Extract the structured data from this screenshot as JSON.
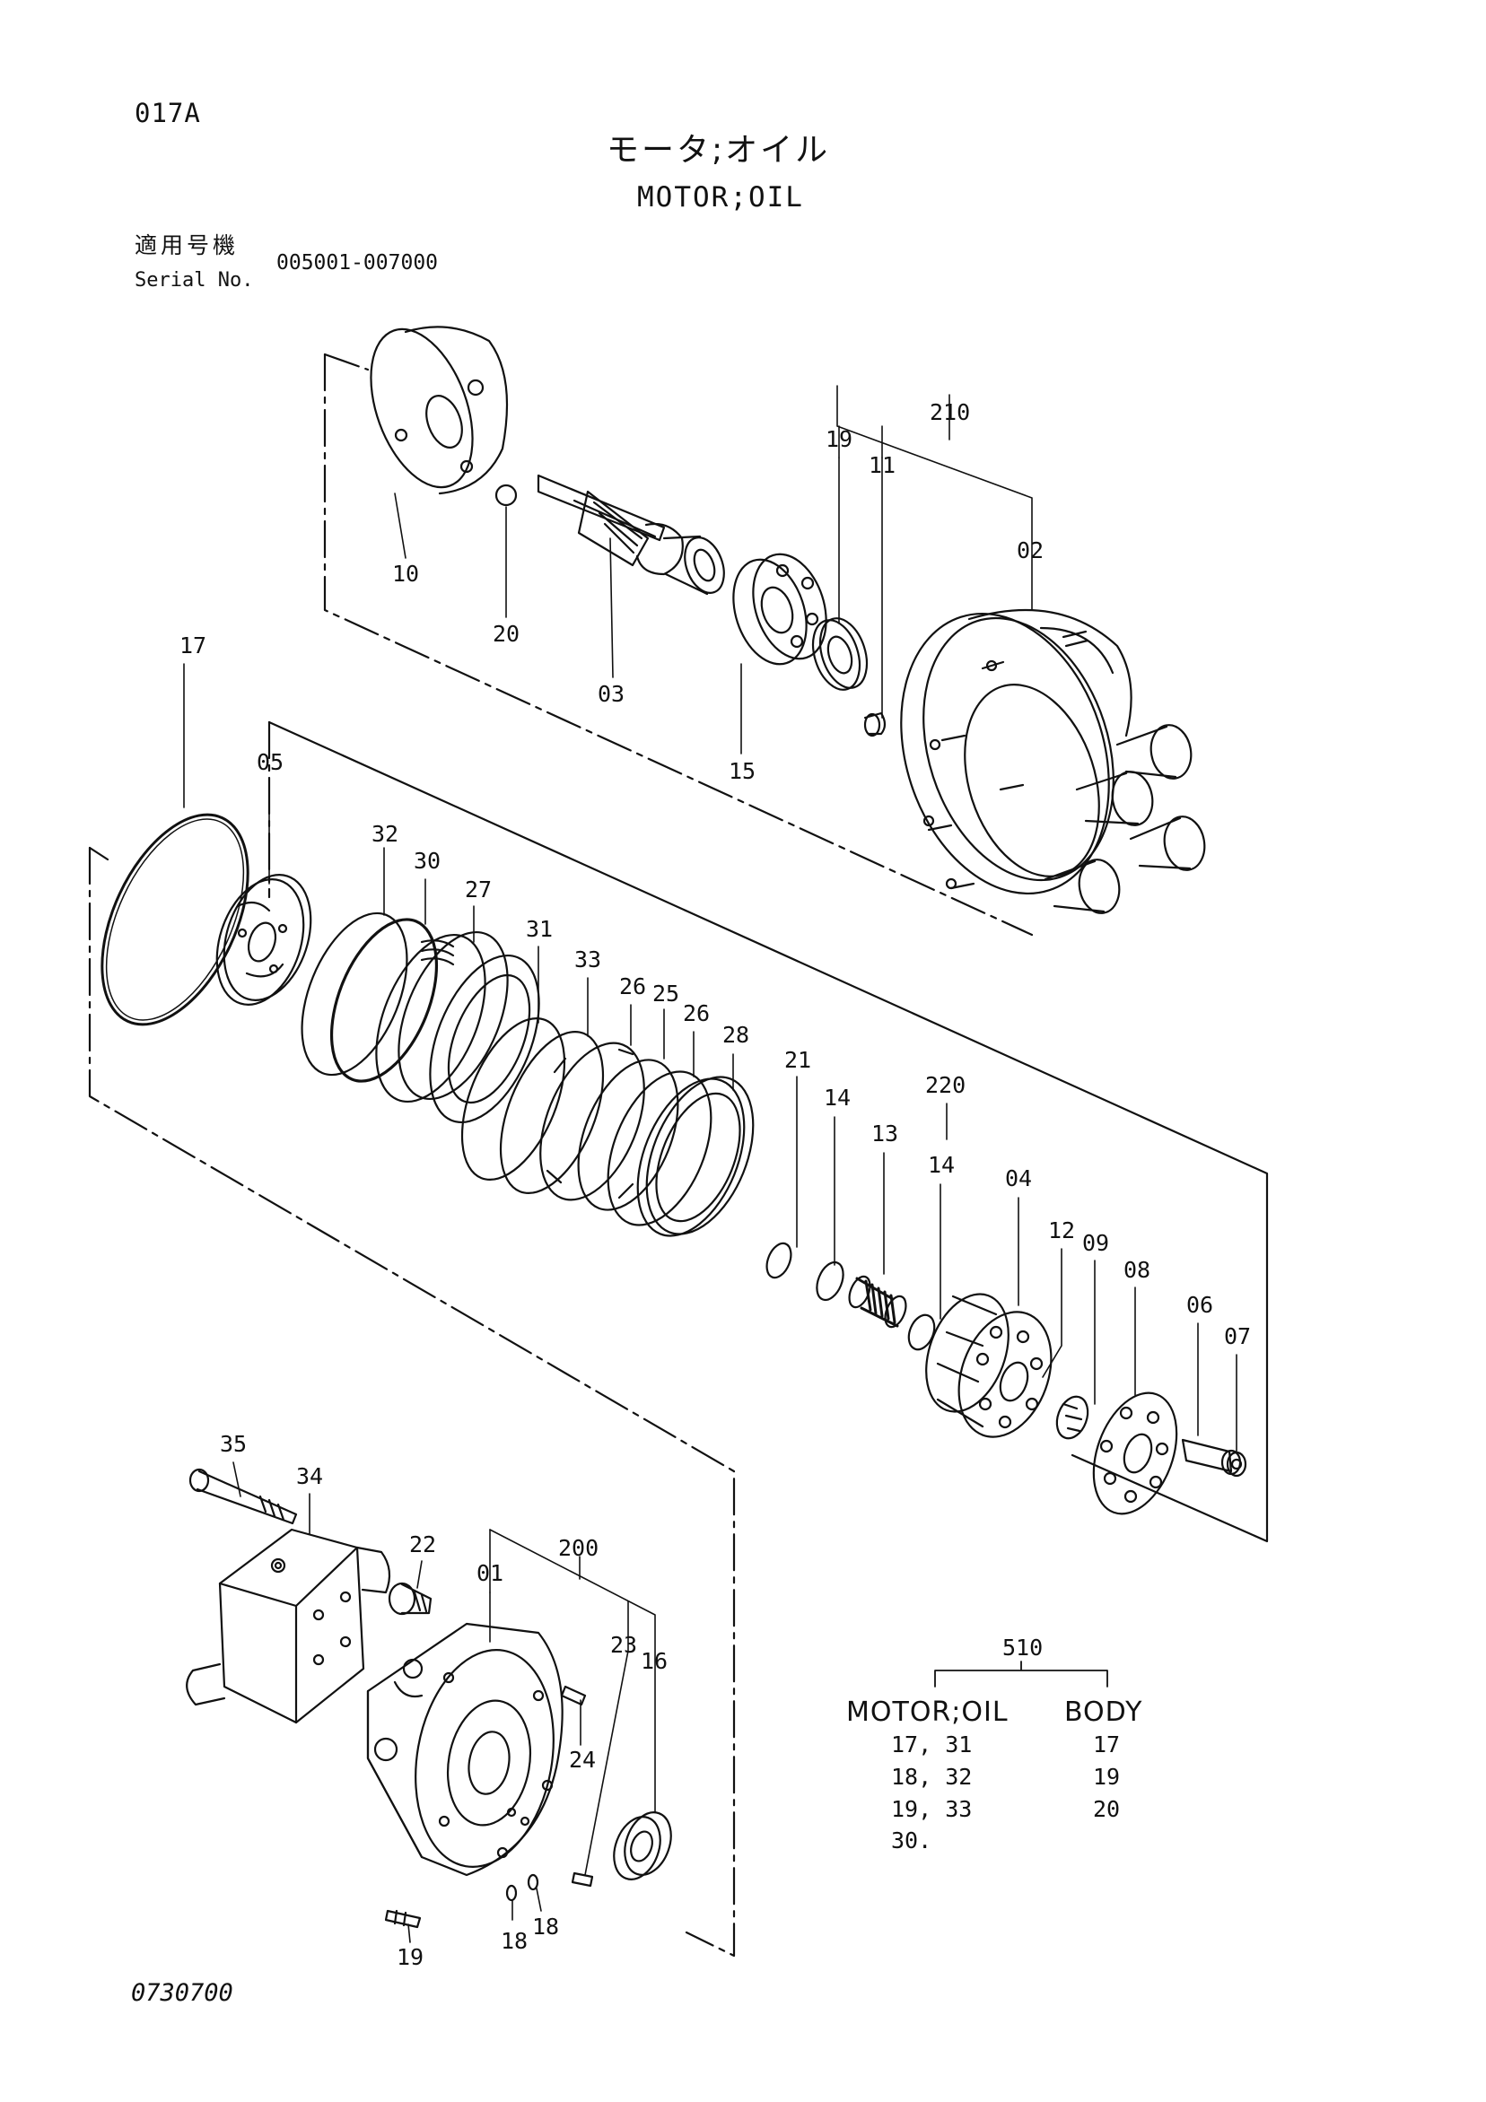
{
  "header": {
    "page_code": "017A",
    "title_jp": "モータ;オイル",
    "title_en": "MOTOR;OIL",
    "serial_label_jp": "適用号機",
    "serial_label_en": "Serial No.",
    "serial_range": "005001-007000"
  },
  "callouts": {
    "c10": "10",
    "c20": "20",
    "c03": "03",
    "c15": "15",
    "c19a": "19",
    "c11": "11",
    "c210": "210",
    "c02": "02",
    "c17": "17",
    "c05": "05",
    "c32": "32",
    "c30": "30",
    "c27": "27",
    "c31": "31",
    "c33": "33",
    "c26a": "26",
    "c25": "25",
    "c26b": "26",
    "c28": "28",
    "c21": "21",
    "c14a": "14",
    "c13": "13",
    "c220": "220",
    "c14b": "14",
    "c04": "04",
    "c12": "12",
    "c09": "09",
    "c08": "08",
    "c06": "06",
    "c07": "07",
    "c35": "35",
    "c34": "34",
    "c22": "22",
    "c01": "01",
    "c200": "200",
    "c23": "23",
    "c16": "16",
    "c24": "24",
    "c19b": "19",
    "c18a": "18",
    "c18b": "18"
  },
  "kit_table": {
    "group_number": "510",
    "col1_header": "MOTOR;OIL",
    "col2_header": "BODY",
    "rows": [
      {
        "c1": "17,  31",
        "c2": "17"
      },
      {
        "c1": "18,  32",
        "c2": "19"
      },
      {
        "c1": "19,  33",
        "c2": "20"
      },
      {
        "c1": "30.",
        "c2": ""
      }
    ]
  },
  "footer": {
    "doc_code": "0730700"
  }
}
